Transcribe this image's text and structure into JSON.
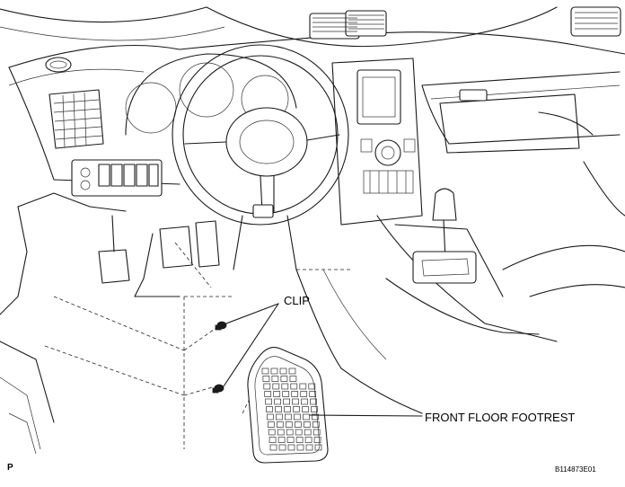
{
  "labels": {
    "clip": "CLIP",
    "footrest": "FRONT FLOOR FOOTREST",
    "view_code": "P",
    "figure_id": "B114873E01"
  }
}
